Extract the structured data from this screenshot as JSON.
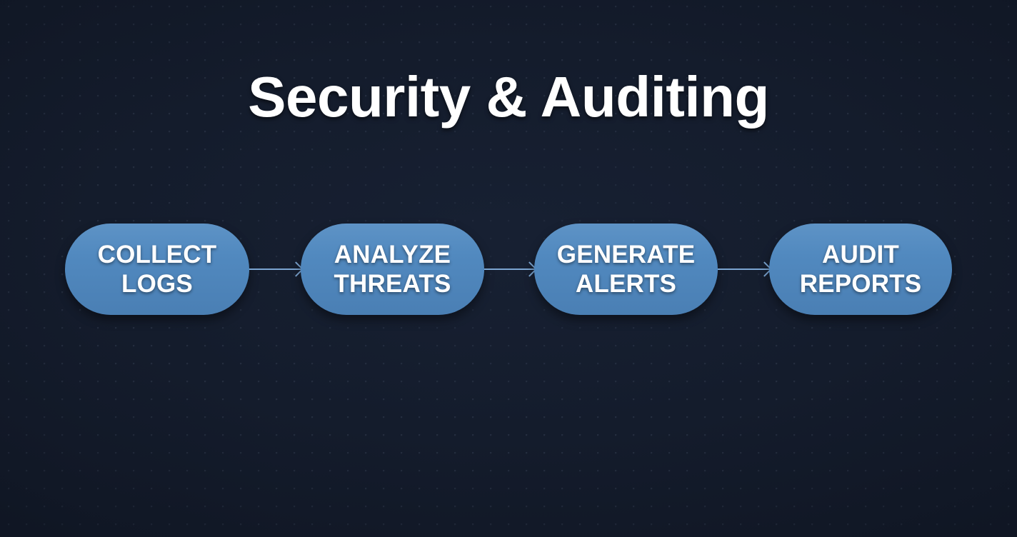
{
  "slide": {
    "title": "Security & Auditing",
    "background_color": "#141c2c",
    "dot_grid_color": "#96a5c3",
    "node_color": "#5189bf",
    "node_text_color": "#ffffff",
    "connector_color": "#7ba5d2"
  },
  "flow": {
    "nodes": [
      {
        "line1": "COLLECT",
        "line2": "LOGS",
        "label": "COLLECT\nLOGS"
      },
      {
        "line1": "ANALYZE",
        "line2": "THREATS",
        "label": "ANALYZE\nTHREATS"
      },
      {
        "line1": "GENERATE",
        "line2": "ALERTS",
        "label": "GENERATE\nALERTS"
      },
      {
        "line1": "AUDIT",
        "line2": "REPORTS",
        "label": "AUDIT\nREPORTS"
      }
    ],
    "connectors": [
      {
        "from": "COLLECT LOGS",
        "to": "ANALYZE THREATS",
        "icon": "arrow-right-icon"
      },
      {
        "from": "ANALYZE THREATS",
        "to": "GENERATE ALERTS",
        "icon": "arrow-right-icon"
      },
      {
        "from": "GENERATE ALERTS",
        "to": "AUDIT REPORTS",
        "icon": "arrow-right-icon"
      }
    ]
  }
}
